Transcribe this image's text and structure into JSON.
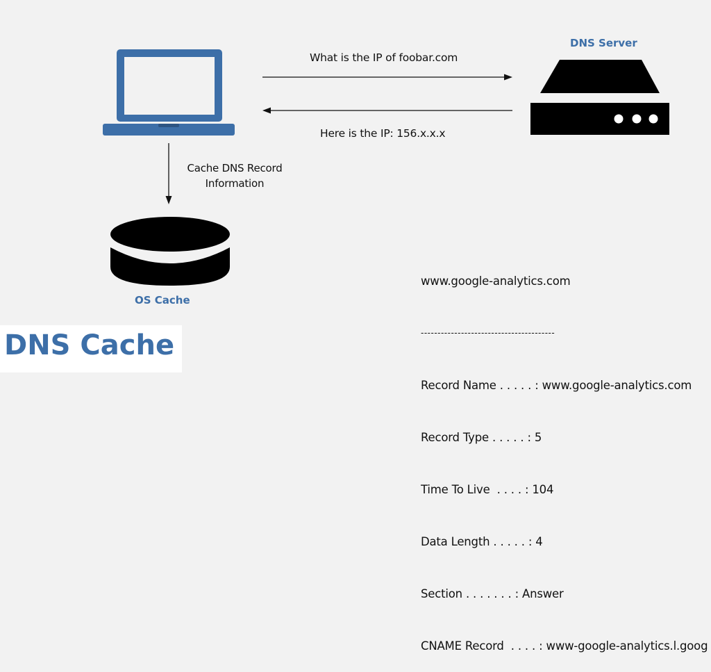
{
  "title": "DNS Cache",
  "nodes": {
    "dns_server": {
      "label": "DNS Server"
    },
    "os_cache": {
      "label": "OS Cache"
    }
  },
  "edges": {
    "request": "What is the IP of foobar.com",
    "response": "Here is the IP: 156.x.x.x",
    "cache_line1": "Cache DNS Record",
    "cache_line2": "Information"
  },
  "record": {
    "domain": "www.google-analytics.com",
    "separator": "----------------------------------------",
    "rows": [
      "Record Name . . . . . : www.google-analytics.com",
      "Record Type . . . . . : 5",
      "Time To Live  . . . . : 104",
      "Data Length . . . . . : 4",
      "Section . . . . . . . : Answer",
      "CNAME Record  . . . . : www-google-analytics.l.goog"
    ]
  },
  "colors": {
    "accent": "#3d6fa8",
    "server": "#000000",
    "background": "#f2f2f2"
  }
}
